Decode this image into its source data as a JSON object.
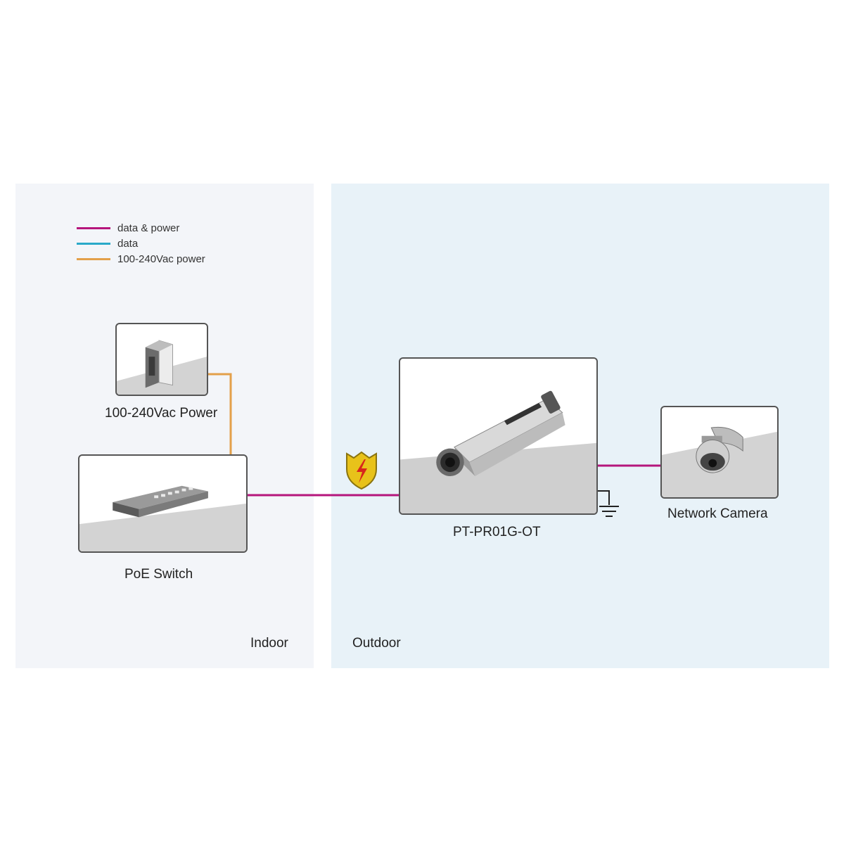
{
  "legend": [
    {
      "label": "data & power",
      "color": "#b5157c"
    },
    {
      "label": "data",
      "color": "#2aa9c9"
    },
    {
      "label": "100-240Vac power",
      "color": "#e3a04a"
    }
  ],
  "zones": {
    "indoor_label": "Indoor",
    "outdoor_label": "Outdoor"
  },
  "devices": {
    "power": {
      "label": "100-240Vac Power",
      "icon": "power-supply-icon"
    },
    "switch": {
      "label": "PoE Switch",
      "icon": "poe-switch-icon"
    },
    "protector": {
      "label": "PT-PR01G-OT",
      "icon": "surge-protector-icon"
    },
    "camera": {
      "label": "Network Camera",
      "icon": "dome-camera-icon"
    }
  },
  "colors": {
    "data_power": "#b5157c",
    "ac_power": "#e3a04a",
    "shield_fill": "#e8c21a",
    "bolt": "#d8261c"
  }
}
